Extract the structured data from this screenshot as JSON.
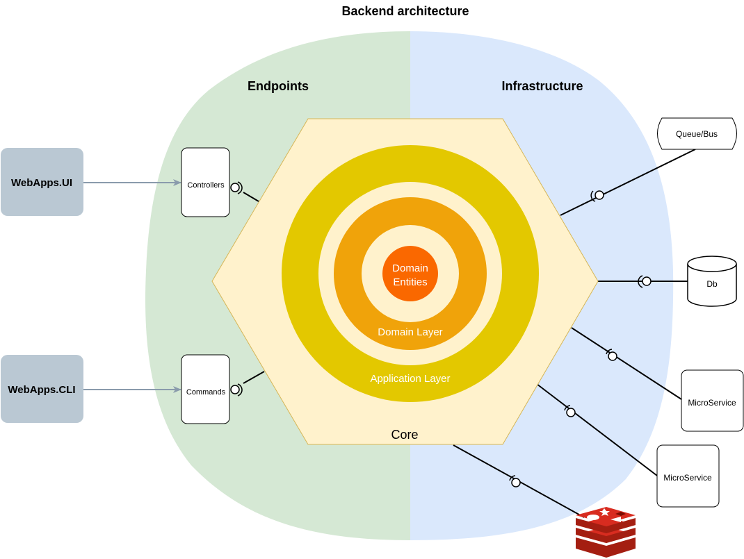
{
  "title": "Backend architecture",
  "regions": {
    "endpoints": {
      "label": "Endpoints",
      "color": "#d5e8d4"
    },
    "infrastructure": {
      "label": "Infrastructure",
      "color": "#dae8fc"
    }
  },
  "core": {
    "label": "Core",
    "hex_color": "#fff2cc",
    "application_layer": {
      "label": "Application Layer",
      "color": "#e3c800"
    },
    "domain_layer": {
      "label": "Domain Layer",
      "color": "#f0a30a"
    },
    "domain_entities": {
      "line1": "Domain",
      "line2": "Entities",
      "color": "#fa6800"
    }
  },
  "clients": [
    {
      "id": "webapps-ui",
      "label": "WebApps.UI"
    },
    {
      "id": "webapps-cli",
      "label": "WebApps.CLI"
    }
  ],
  "client_color": "#bac8d3",
  "endpoints": [
    {
      "id": "controllers",
      "label": "Controllers"
    },
    {
      "id": "commands",
      "label": "Commands"
    }
  ],
  "infrastructure_items": [
    {
      "id": "queue-bus",
      "label": "Queue/Bus"
    },
    {
      "id": "db",
      "label": "Db"
    },
    {
      "id": "microservice-1",
      "label": "MicroService"
    },
    {
      "id": "microservice-2",
      "label": "MicroService"
    },
    {
      "id": "redis",
      "icon": "redis-icon"
    }
  ],
  "redis_color": "#c6302b"
}
